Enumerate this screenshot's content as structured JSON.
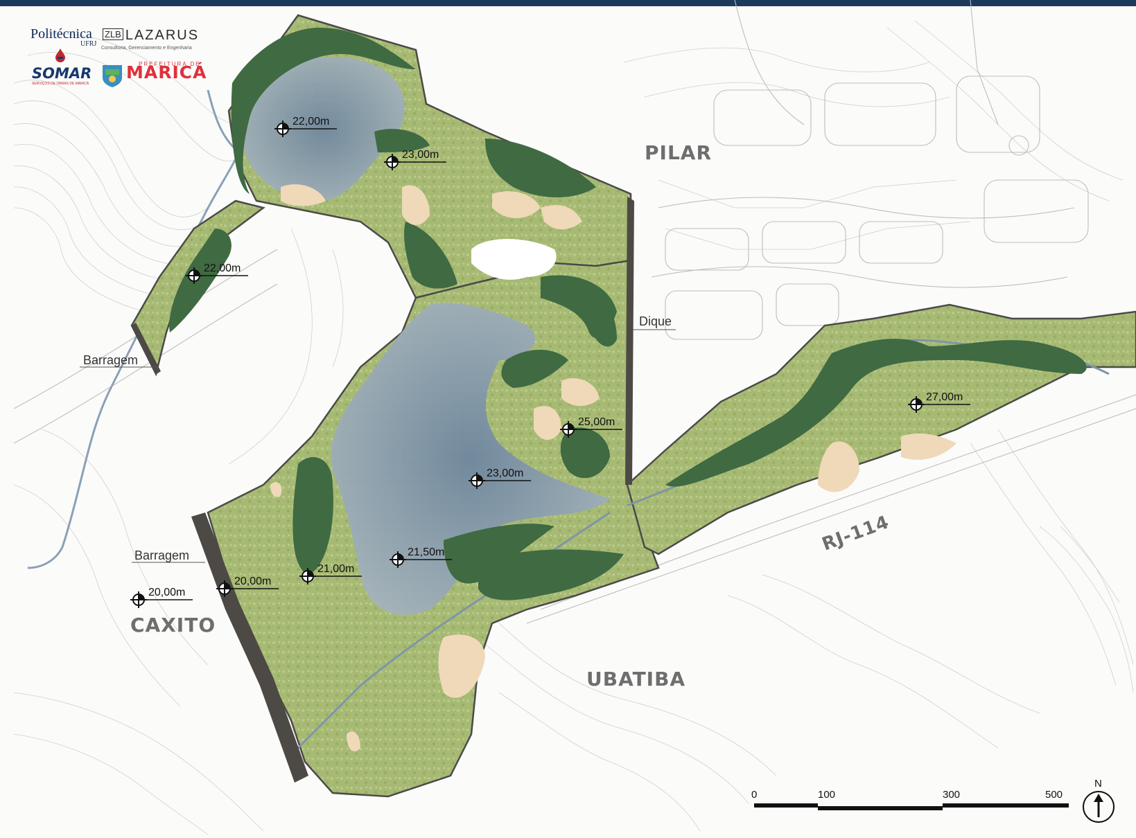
{
  "logos": {
    "politecnica": "Politécnica",
    "ufrj": "UFRJ",
    "lazarus_mark": "ZLB",
    "lazarus": "LAZARUS",
    "lazarus_sub": "Consultoria, Gerenciamento e Engenharia",
    "somar": "SOMAR",
    "somar_sub": "SERVIÇOS DE OBRAS DE MARICÁ",
    "prefeitura": "PREFEITURA DE",
    "marica": "MARICÁ"
  },
  "places": {
    "pilar": "PILAR",
    "caxito": "CAXITO",
    "ubatiba": "UBATIBA",
    "road": "RJ-114"
  },
  "labels": {
    "dique": "Dique",
    "barragem_north": "Barragem",
    "barragem_south": "Barragem"
  },
  "elevations": [
    {
      "id": "top-lake",
      "text": "22,00m"
    },
    {
      "id": "top-east",
      "text": "23,00m"
    },
    {
      "id": "west-strip",
      "text": "22,00m"
    },
    {
      "id": "east-mid",
      "text": "25,00m"
    },
    {
      "id": "central",
      "text": "23,00m"
    },
    {
      "id": "lake-south",
      "text": "21,50m"
    },
    {
      "id": "park-west",
      "text": "21,00m"
    },
    {
      "id": "dam-south",
      "text": "20,00m"
    },
    {
      "id": "caxito",
      "text": "20,00m"
    },
    {
      "id": "east-park",
      "text": "27,00m"
    }
  ],
  "scale_bar": {
    "ticks": [
      "0",
      "100",
      "300",
      "500"
    ],
    "north": "N"
  },
  "colors": {
    "park": "#a9bc78",
    "dense_vegetation": "#3f6a42",
    "water": "#8a9fb0",
    "sand": "#efd9b8",
    "outline": "#4a4a47",
    "header": "#1b3a5c"
  }
}
